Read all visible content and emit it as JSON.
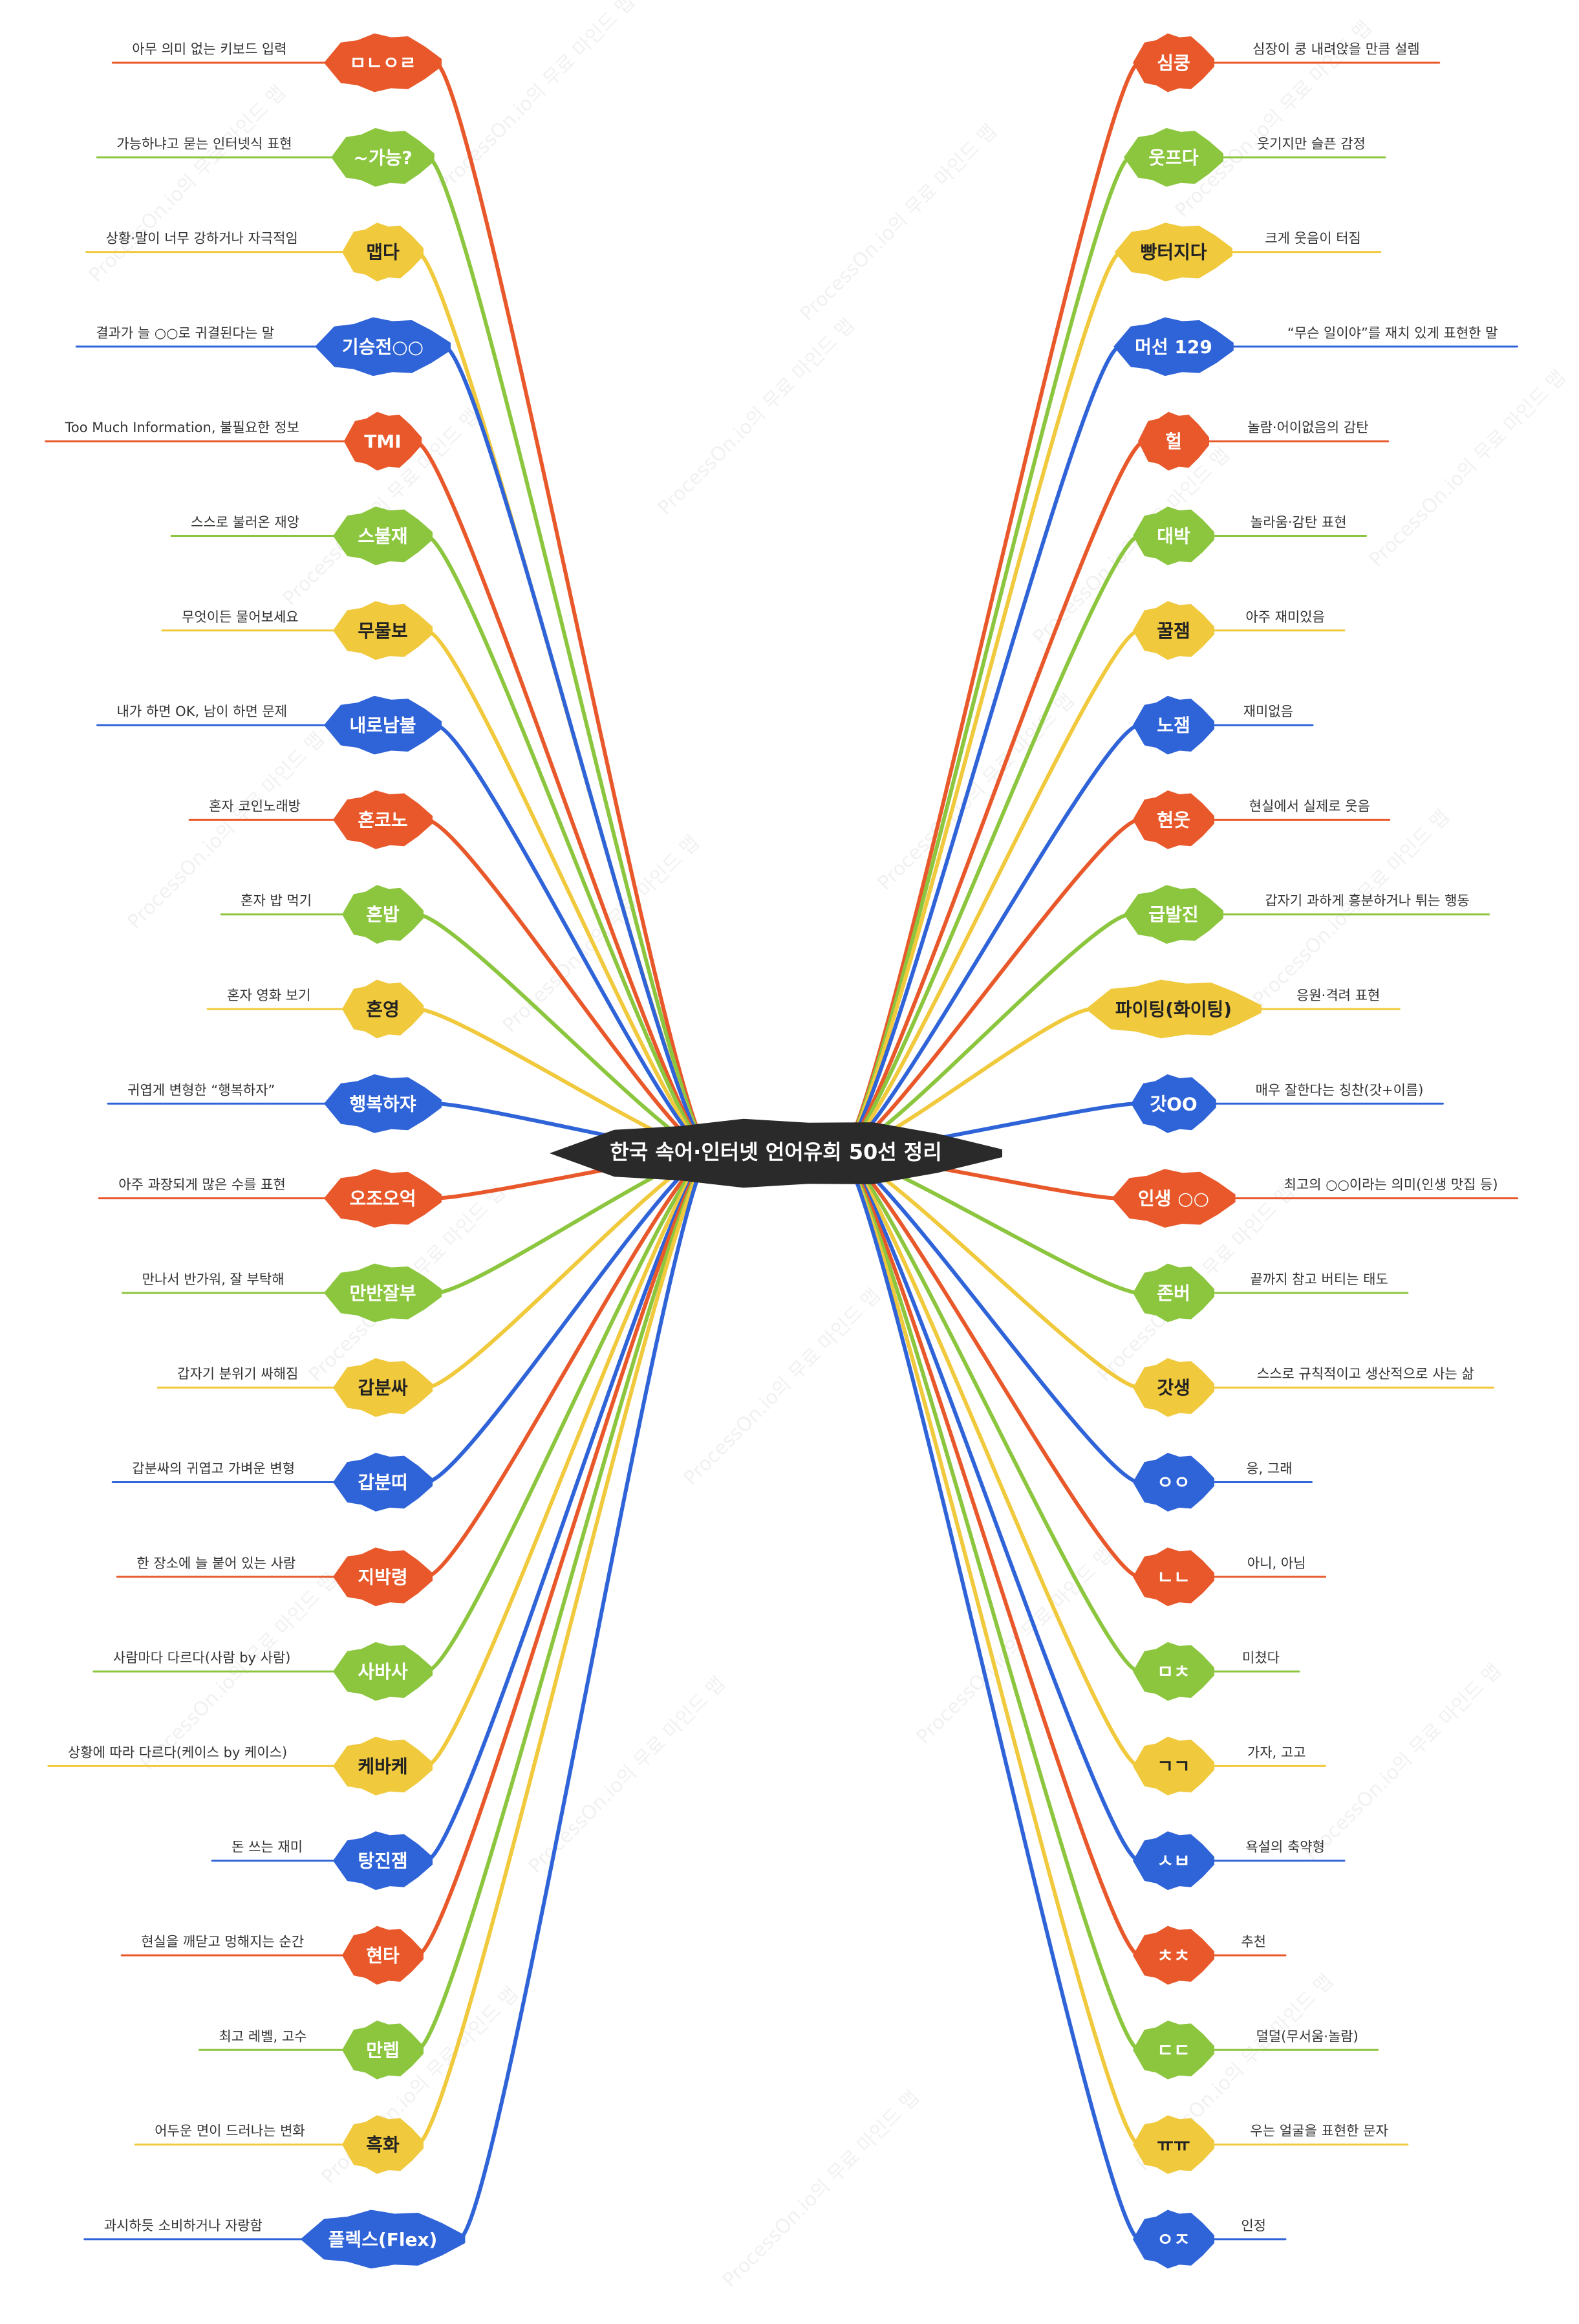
{
  "title": "한국 속어·인터넷 언어유희 50선 정리",
  "watermark": "ProcessOn.io의 무료 마인드 맵",
  "colors": {
    "orange": "#E8582A",
    "green": "#8CC63F",
    "yellow": "#F0C93D",
    "blue": "#2F63D8",
    "center": "#2A2A2A"
  },
  "left_items": [
    {
      "term": "ㅁㄴㅇㄹ",
      "desc": "아무 의미 없는 키보드 입력",
      "color": "orange"
    },
    {
      "term": "~가능?",
      "desc": "가능하냐고 묻는 인터넷식 표현",
      "color": "green"
    },
    {
      "term": "맵다",
      "desc": "상황·말이 너무 강하거나 자극적임",
      "color": "yellow"
    },
    {
      "term": "기승전○○",
      "desc": "결과가 늘 ○○로 귀결된다는 말",
      "color": "blue"
    },
    {
      "term": "TMI",
      "desc": "Too Much Information, 불필요한 정보",
      "color": "orange"
    },
    {
      "term": "스불재",
      "desc": "스스로 불러온 재앙",
      "color": "green"
    },
    {
      "term": "무물보",
      "desc": "무엇이든 물어보세요",
      "color": "yellow"
    },
    {
      "term": "내로남불",
      "desc": "내가 하면 OK, 남이 하면 문제",
      "color": "blue"
    },
    {
      "term": "혼코노",
      "desc": "혼자 코인노래방",
      "color": "orange"
    },
    {
      "term": "혼밥",
      "desc": "혼자 밥 먹기",
      "color": "green"
    },
    {
      "term": "혼영",
      "desc": "혼자 영화 보기",
      "color": "yellow"
    },
    {
      "term": "행복하쟈",
      "desc": "귀엽게 변형한 “행복하자”",
      "color": "blue"
    },
    {
      "term": "오조오억",
      "desc": "아주 과장되게 많은 수를 표현",
      "color": "orange"
    },
    {
      "term": "만반잘부",
      "desc": "만나서 반가워, 잘 부탁해",
      "color": "green"
    },
    {
      "term": "갑분싸",
      "desc": "갑자기 분위기 싸해짐",
      "color": "yellow"
    },
    {
      "term": "갑분띠",
      "desc": "갑분싸의 귀엽고 가벼운 변형",
      "color": "blue"
    },
    {
      "term": "지박령",
      "desc": "한 장소에 늘 붙어 있는 사람",
      "color": "orange"
    },
    {
      "term": "사바사",
      "desc": "사람마다 다르다(사람 by 사람)",
      "color": "green"
    },
    {
      "term": "케바케",
      "desc": "상황에 따라 다르다(케이스 by 케이스)",
      "color": "yellow"
    },
    {
      "term": "탕진잼",
      "desc": "돈 쓰는 재미",
      "color": "blue"
    },
    {
      "term": "현타",
      "desc": "현실을 깨닫고 멍해지는 순간",
      "color": "orange"
    },
    {
      "term": "만렙",
      "desc": "최고 레벨, 고수",
      "color": "green"
    },
    {
      "term": "흑화",
      "desc": "어두운 면이 드러나는 변화",
      "color": "yellow"
    },
    {
      "term": "플렉스(Flex)",
      "desc": "과시하듯 소비하거나 자랑함",
      "color": "blue"
    }
  ],
  "right_items": [
    {
      "term": "심쿵",
      "desc": "심장이 쿵 내려앉을 만큼 설렘",
      "color": "orange"
    },
    {
      "term": "웃프다",
      "desc": "웃기지만 슬픈 감정",
      "color": "green"
    },
    {
      "term": "빵터지다",
      "desc": "크게 웃음이 터짐",
      "color": "yellow"
    },
    {
      "term": "머선 129",
      "desc": "“무슨 일이야”를 재치 있게 표현한 말",
      "color": "blue"
    },
    {
      "term": "헐",
      "desc": "놀람·어이없음의 감탄",
      "color": "orange"
    },
    {
      "term": "대박",
      "desc": "놀라움·감탄 표현",
      "color": "green"
    },
    {
      "term": "꿀잼",
      "desc": "아주 재미있음",
      "color": "yellow"
    },
    {
      "term": "노잼",
      "desc": "재미없음",
      "color": "blue"
    },
    {
      "term": "현웃",
      "desc": "현실에서 실제로 웃음",
      "color": "orange"
    },
    {
      "term": "급발진",
      "desc": "갑자기 과하게 흥분하거나 튀는 행동",
      "color": "green"
    },
    {
      "term": "파이팅(화이팅)",
      "desc": "응원·격려 표현",
      "color": "yellow"
    },
    {
      "term": "갓OO",
      "desc": "매우 잘한다는 칭찬(갓+이름)",
      "color": "blue"
    },
    {
      "term": "인생 ○○",
      "desc": "최고의 ○○이라는 의미(인생 맛집 등)",
      "color": "orange"
    },
    {
      "term": "존버",
      "desc": "끝까지 참고 버티는 태도",
      "color": "green"
    },
    {
      "term": "갓생",
      "desc": "스스로 규칙적이고 생산적으로 사는 삶",
      "color": "yellow"
    },
    {
      "term": "ㅇㅇ",
      "desc": "응, 그래",
      "color": "blue"
    },
    {
      "term": "ㄴㄴ",
      "desc": "아니, 아님",
      "color": "orange"
    },
    {
      "term": "ㅁㅊ",
      "desc": "미쳤다",
      "color": "green"
    },
    {
      "term": "ㄱㄱ",
      "desc": "가자, 고고",
      "color": "yellow"
    },
    {
      "term": "ㅅㅂ",
      "desc": "욕설의 축약형",
      "color": "blue"
    },
    {
      "term": "ㅊㅊ",
      "desc": "추천",
      "color": "orange"
    },
    {
      "term": "ㄷㄷ",
      "desc": "덜덜(무서움·놀람)",
      "color": "green"
    },
    {
      "term": "ㅠㅠ",
      "desc": "우는 얼굴을 표현한 문자",
      "color": "yellow"
    },
    {
      "term": "ㅇㅈ",
      "desc": "인정",
      "color": "blue"
    }
  ]
}
